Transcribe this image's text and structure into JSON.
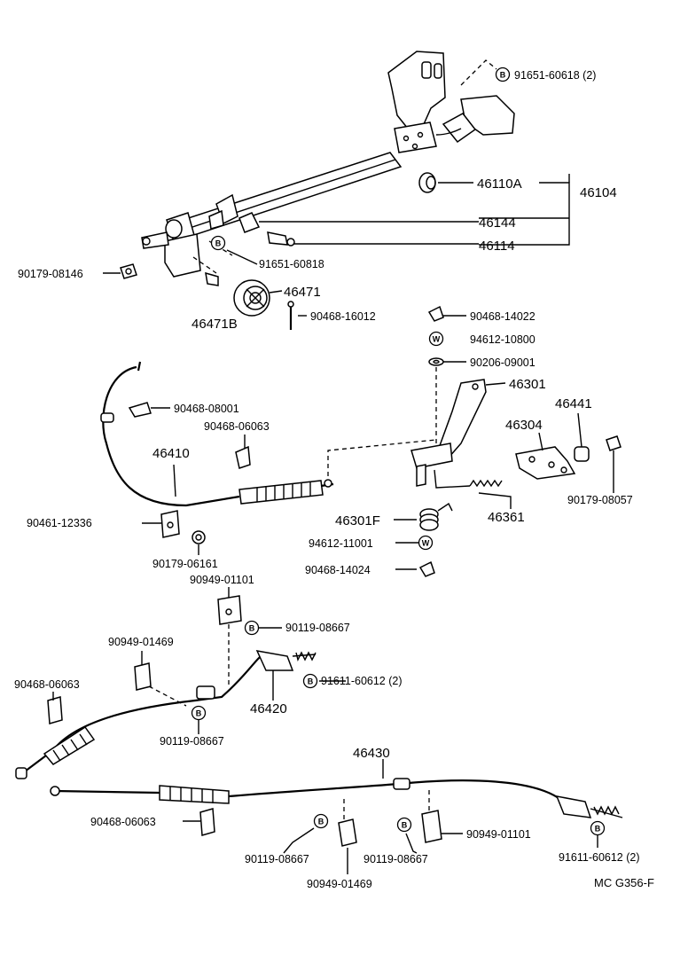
{
  "labels": {
    "l_91651_60618": "91651-60618 (2)",
    "l_46110A": "46110A",
    "l_46104": "46104",
    "l_46144": "46144",
    "l_46114": "46114",
    "l_90179_08146": "90179-08146",
    "l_91651_60818": "91651-60818",
    "l_46471": "46471",
    "l_46471B": "46471B",
    "l_90468_16012": "90468-16012",
    "l_90468_14022": "90468-14022",
    "l_94612_10800": "94612-10800",
    "l_90206_09001": "90206-09001",
    "l_46301": "46301",
    "l_46441": "46441",
    "l_46304": "46304",
    "l_90179_08057": "90179-08057",
    "l_90468_08001": "90468-08001",
    "l_90468_06063_a": "90468-06063",
    "l_46410": "46410",
    "l_90461_12336": "90461-12336",
    "l_90179_06161": "90179-06161",
    "l_90949_01101_a": "90949-01101",
    "l_90119_08667_a": "90119-08667",
    "l_46301F": "46301F",
    "l_46361": "46361",
    "l_94612_11001": "94612-11001",
    "l_90468_14024": "90468-14024",
    "l_90949_01469_a": "90949-01469",
    "l_90468_06063_b": "90468-06063",
    "l_91611_60612_a": "91611-60612 (2)",
    "l_46420": "46420",
    "l_90119_08667_b": "90119-08667",
    "l_46430": "46430",
    "l_90468_06063_c": "90468-06063",
    "l_90949_01101_b": "90949-01101",
    "l_90119_08667_c": "90119-08667",
    "l_90119_08667_d": "90119-08667",
    "l_90949_01469_b": "90949-01469",
    "l_91611_60612_b": "91611-60612 (2)",
    "l_ref": "MC  G356-F"
  },
  "symbols": {
    "bolt": "B",
    "washer": "W"
  },
  "colors": {
    "ink": "#000000",
    "paper": "#ffffff"
  }
}
